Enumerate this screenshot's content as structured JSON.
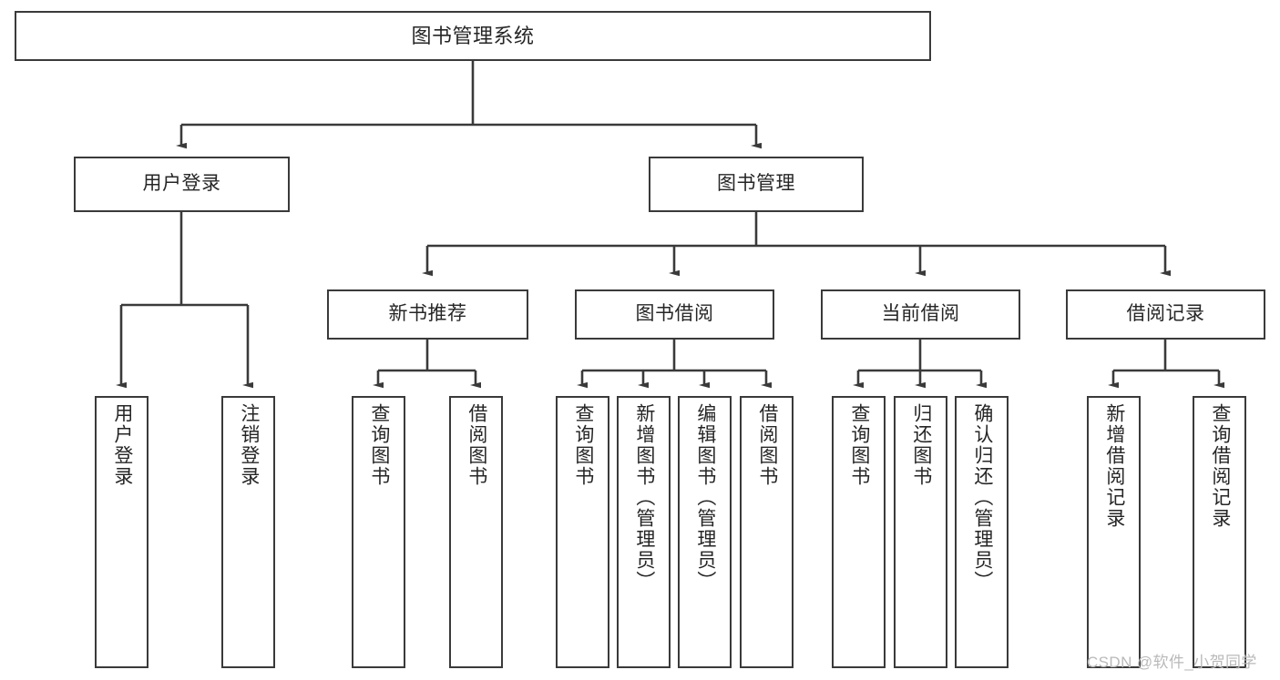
{
  "diagram": {
    "title": "图书管理系统",
    "type": "tree-hierarchy",
    "colors": {
      "background": "#ffffff",
      "box_border": "#3a3a3a",
      "box_fill": "#ffffff",
      "connector": "#3a3a3a",
      "text": "#262626",
      "watermark": "#b9b9b9"
    },
    "root": {
      "label": "图书管理系统"
    },
    "level2": [
      {
        "label": "用户登录"
      },
      {
        "label": "图书管理"
      }
    ],
    "level3": [
      {
        "label": "新书推荐"
      },
      {
        "label": "图书借阅"
      },
      {
        "label": "当前借阅"
      },
      {
        "label": "借阅记录"
      }
    ],
    "leaves": {
      "user_login": [
        {
          "label": "用户登录"
        },
        {
          "label": "注销登录"
        }
      ],
      "new_book_recommend": [
        {
          "label": "查询图书"
        },
        {
          "label": "借阅图书"
        }
      ],
      "book_borrow": [
        {
          "label": "查询图书"
        },
        {
          "label": "新增图书（管理员）"
        },
        {
          "label": "编辑图书（管理员）"
        },
        {
          "label": "借阅图书"
        }
      ],
      "current_borrow": [
        {
          "label": "查询图书"
        },
        {
          "label": "归还图书"
        },
        {
          "label": "确认归还（管理员）"
        }
      ],
      "borrow_record": [
        {
          "label": "新增借阅记录"
        },
        {
          "label": "查询借阅记录"
        }
      ]
    }
  },
  "watermark": {
    "text": "CSDN @软件_小贺同学"
  }
}
